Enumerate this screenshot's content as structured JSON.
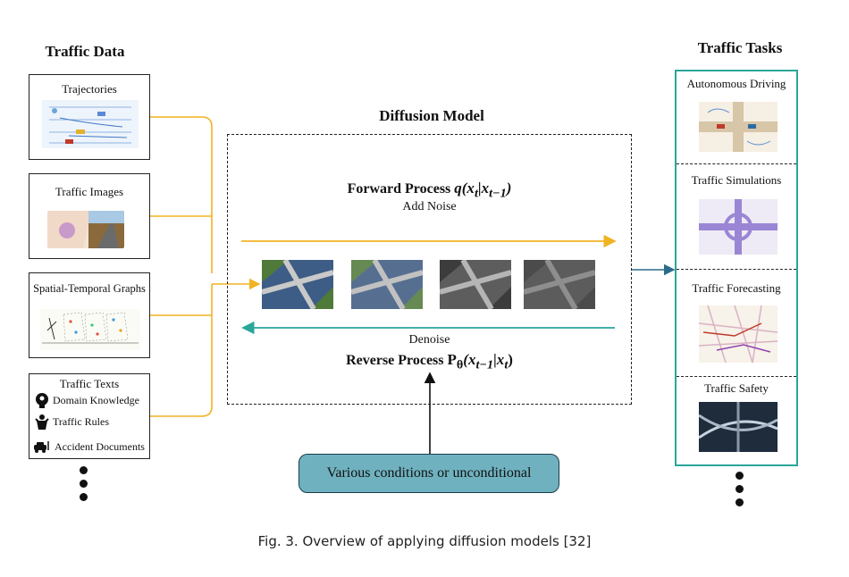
{
  "left_heading": "Traffic Data",
  "right_heading": "Traffic Tasks",
  "model_heading": "Diffusion Model",
  "data_boxes": [
    {
      "title": "Trajectories"
    },
    {
      "title": "Traffic Images"
    },
    {
      "title": "Spatial-Temporal Graphs"
    },
    {
      "title": "Traffic Texts"
    }
  ],
  "text_items": [
    "Domain Knowledge",
    "Traffic Rules",
    "Accident Documents"
  ],
  "forward": {
    "title": "Forward Process",
    "formula_q": "q(x",
    "formula_t": "t",
    "formula_mid": "|x",
    "formula_sub2": "t−1",
    "formula_end": ")",
    "sub": "Add Noise"
  },
  "reverse": {
    "title": "Reverse Process",
    "formula_p": "P",
    "formula_theta": "θ",
    "formula_open": "(x",
    "formula_sub1": "t−1",
    "formula_mid": "|x",
    "formula_t": "t",
    "formula_end": ")",
    "sub": "Denoise"
  },
  "condition": "Various conditions or unconditional",
  "tasks": [
    "Autonomous Driving",
    "Traffic Simulations",
    "Traffic Forecasting",
    "Traffic Safety"
  ],
  "caption": "Fig. 3.  Overview of applying diffusion models [32]",
  "colors": {
    "forward_arrow": "#f0b323",
    "reverse_arrow": "#2aa69b",
    "task_border": "#2aa69b",
    "condition_fill": "#6fb1bf",
    "right_arrow": "#2b6c8a"
  }
}
